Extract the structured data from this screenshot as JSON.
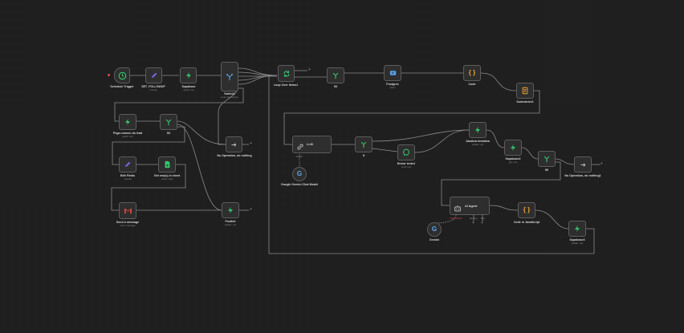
{
  "colors": {
    "background": "#1f1f1f",
    "node_fill": "#2e2e2e",
    "node_border": "#5c5c5c",
    "edge": "#8b8b8b",
    "green": "#35c96f",
    "purple": "#7c6cf2",
    "orange": "#f0a43a",
    "blue": "#5fa8e8",
    "red_dot": "#e04a4a",
    "gmail_red": "#e3453b"
  },
  "nodes": {
    "schedule_trigger": {
      "label": "Schedule Trigger",
      "icon": "clock-icon"
    },
    "set_followup": {
      "label": "SET_FOLLOWUP",
      "sub": "manual",
      "icon": "pencil-icon"
    },
    "supabase": {
      "label": "Supabase",
      "sub": "getAll: row",
      "icon": "supabase-icon"
    },
    "switch1": {
      "label": "Switch1",
      "sub": "mode: Expression",
      "icon": "switch-icon"
    },
    "loop_over_items": {
      "label": "Loop Over Items1",
      "icon": "loop-icon"
    },
    "if_top": {
      "label": "If3",
      "icon": "if-icon"
    },
    "postgres": {
      "label": "Postgres",
      "sub": "select",
      "icon": "database-icon"
    },
    "code_top": {
      "label": "Code",
      "icon": "braces-icon"
    },
    "summarize": {
      "label": "Summarize1",
      "icon": "summarize-icon"
    },
    "busca_lead": {
      "label": "Pega numero do lead",
      "sub": "getAll: row",
      "icon": "supabase-icon"
    },
    "if_mid": {
      "label": "If4",
      "icon": "if-icon"
    },
    "noop_left": {
      "label": "No Operation, do nothing",
      "icon": "arrow-icon"
    },
    "edit_fields": {
      "label": "Edit Fields",
      "sub": "manual",
      "icon": "pencil-icon"
    },
    "get_rows": {
      "label": "Get row(s) in sheet",
      "sub": "sheet: read",
      "icon": "sheets-icon"
    },
    "send_message": {
      "label": "Send a message",
      "sub": "send: message",
      "icon": "gmail-icon"
    },
    "postlist": {
      "label": "Postlist",
      "sub": "update: row",
      "icon": "supabase-icon"
    },
    "llm": {
      "label": "LLM",
      "icon": "chain-icon"
    },
    "gemini_chat": {
      "label": "Google Gemini Chat Model",
      "icon": "google-icon"
    },
    "if_llm": {
      "label": "If",
      "icon": "if-icon"
    },
    "enviar_texto": {
      "label": "Enviar texto1",
      "sub": "send: text",
      "icon": "chat-icon"
    },
    "atualiza": {
      "label": "Atualiza tentativa",
      "sub": "update: row",
      "icon": "supabase-icon"
    },
    "supabase2": {
      "label": "Supabase2",
      "sub": "get: row",
      "icon": "supabase-icon"
    },
    "if5": {
      "label": "If5",
      "icon": "if-icon"
    },
    "noop_right": {
      "label": "No Operation, do nothing1",
      "icon": "arrow-icon"
    },
    "ai_agent": {
      "label": "AI Agent",
      "icon": "robot-icon"
    },
    "gemini": {
      "label": "Gemini",
      "icon": "google-icon"
    },
    "code_js": {
      "label": "Code in JavaScript",
      "icon": "braces-icon"
    },
    "supabase3": {
      "label": "Supabase3",
      "sub": "update: row",
      "icon": "supabase-icon"
    }
  },
  "ai_agent_ports": {
    "chat_model": "Chat Model*",
    "memory": "Memory",
    "tool": "Tool"
  },
  "llm_port": "Model*"
}
